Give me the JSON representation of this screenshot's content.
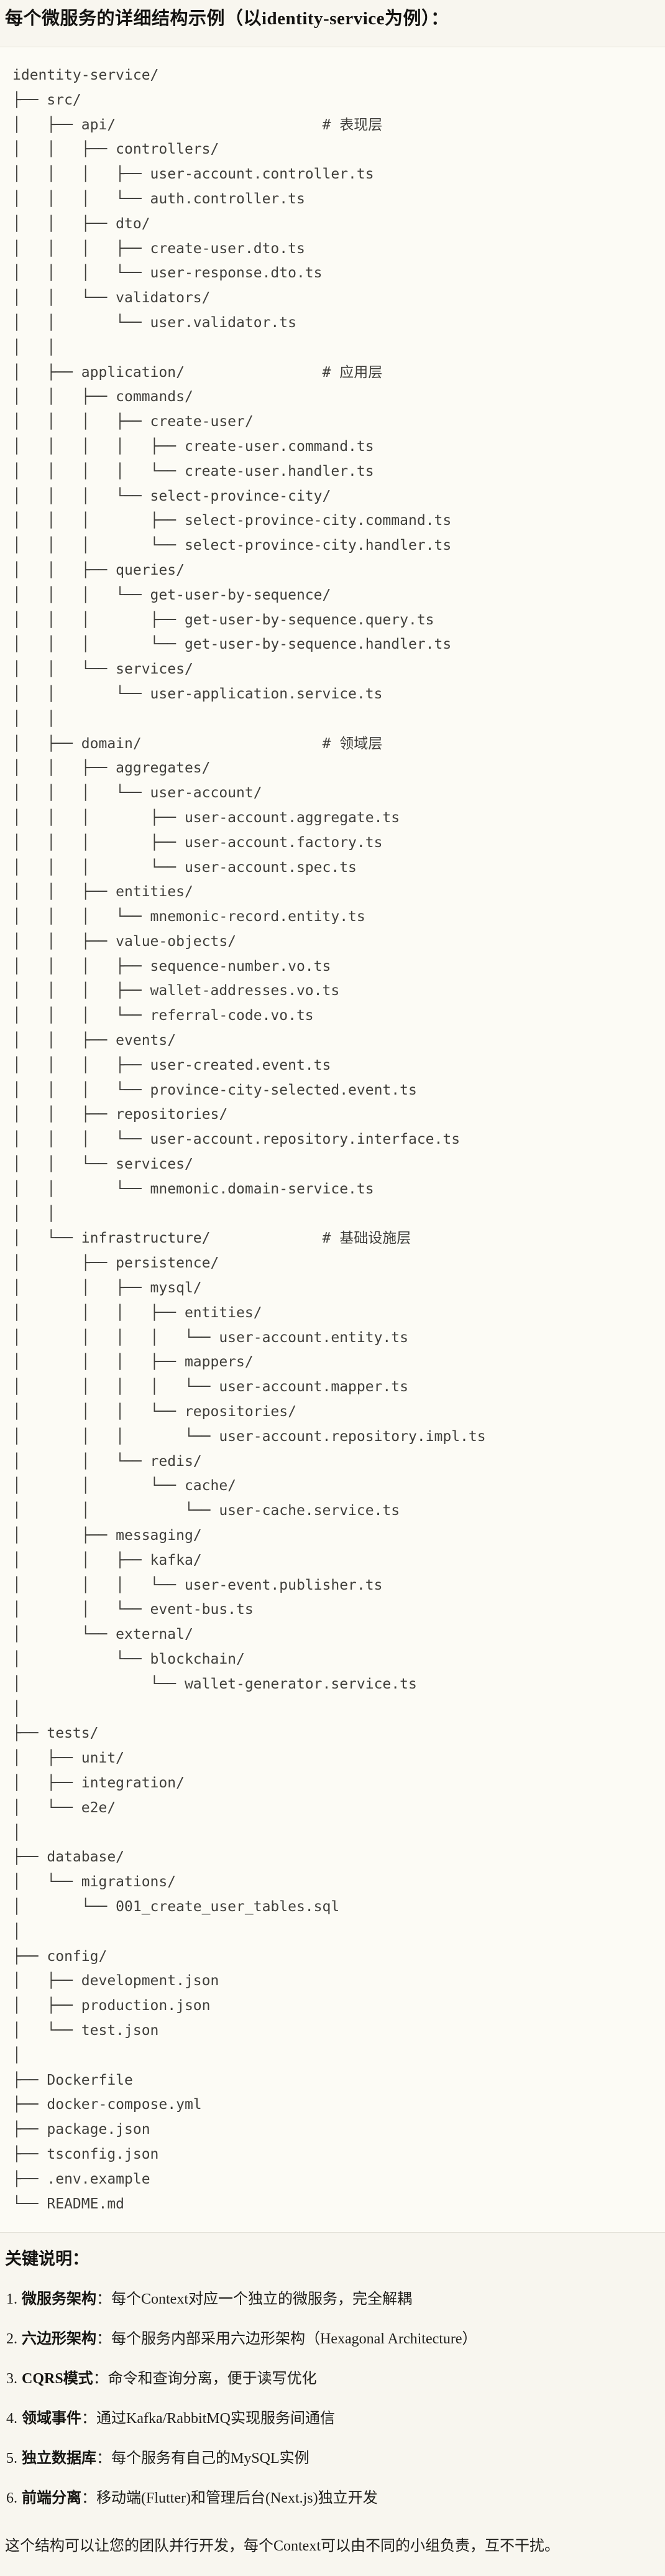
{
  "page": {
    "title": "每个微服务的详细结构示例（以identity-service为例）："
  },
  "tree": {
    "lines": [
      "identity-service/",
      "├── src/",
      "│   ├── api/                        # 表现层",
      "│   │   ├── controllers/",
      "│   │   │   ├── user-account.controller.ts",
      "│   │   │   └── auth.controller.ts",
      "│   │   ├── dto/",
      "│   │   │   ├── create-user.dto.ts",
      "│   │   │   └── user-response.dto.ts",
      "│   │   └── validators/",
      "│   │       └── user.validator.ts",
      "│   │",
      "│   ├── application/                # 应用层",
      "│   │   ├── commands/",
      "│   │   │   ├── create-user/",
      "│   │   │   │   ├── create-user.command.ts",
      "│   │   │   │   └── create-user.handler.ts",
      "│   │   │   └── select-province-city/",
      "│   │   │       ├── select-province-city.command.ts",
      "│   │   │       └── select-province-city.handler.ts",
      "│   │   ├── queries/",
      "│   │   │   └── get-user-by-sequence/",
      "│   │   │       ├── get-user-by-sequence.query.ts",
      "│   │   │       └── get-user-by-sequence.handler.ts",
      "│   │   └── services/",
      "│   │       └── user-application.service.ts",
      "│   │",
      "│   ├── domain/                     # 领域层",
      "│   │   ├── aggregates/",
      "│   │   │   └── user-account/",
      "│   │   │       ├── user-account.aggregate.ts",
      "│   │   │       ├── user-account.factory.ts",
      "│   │   │       └── user-account.spec.ts",
      "│   │   ├── entities/",
      "│   │   │   └── mnemonic-record.entity.ts",
      "│   │   ├── value-objects/",
      "│   │   │   ├── sequence-number.vo.ts",
      "│   │   │   ├── wallet-addresses.vo.ts",
      "│   │   │   └── referral-code.vo.ts",
      "│   │   ├── events/",
      "│   │   │   ├── user-created.event.ts",
      "│   │   │   └── province-city-selected.event.ts",
      "│   │   ├── repositories/",
      "│   │   │   └── user-account.repository.interface.ts",
      "│   │   └── services/",
      "│   │       └── mnemonic.domain-service.ts",
      "│   │",
      "│   └── infrastructure/             # 基础设施层",
      "│       ├── persistence/",
      "│       │   ├── mysql/",
      "│       │   │   ├── entities/",
      "│       │   │   │   └── user-account.entity.ts",
      "│       │   │   ├── mappers/",
      "│       │   │   │   └── user-account.mapper.ts",
      "│       │   │   └── repositories/",
      "│       │   │       └── user-account.repository.impl.ts",
      "│       │   └── redis/",
      "│       │       └── cache/",
      "│       │           └── user-cache.service.ts",
      "│       ├── messaging/",
      "│       │   ├── kafka/",
      "│       │   │   └── user-event.publisher.ts",
      "│       │   └── event-bus.ts",
      "│       └── external/",
      "│           └── blockchain/",
      "│               └── wallet-generator.service.ts",
      "│",
      "├── tests/",
      "│   ├── unit/",
      "│   ├── integration/",
      "│   └── e2e/",
      "│",
      "├── database/",
      "│   └── migrations/",
      "│       └── 001_create_user_tables.sql",
      "│",
      "├── config/",
      "│   ├── development.json",
      "│   ├── production.json",
      "│   └── test.json",
      "│",
      "├── Dockerfile",
      "├── docker-compose.yml",
      "├── package.json",
      "├── tsconfig.json",
      "├── .env.example",
      "└── README.md"
    ]
  },
  "notes": {
    "heading": "关键说明：",
    "items": [
      {
        "num": "1.",
        "term": "微服务架构",
        "desc": "：每个Context对应一个独立的微服务，完全解耦"
      },
      {
        "num": "2.",
        "term": "六边形架构",
        "desc": "：每个服务内部采用六边形架构（Hexagonal Architecture）"
      },
      {
        "num": "3.",
        "term": "CQRS模式",
        "desc": "：命令和查询分离，便于读写优化"
      },
      {
        "num": "4.",
        "term": "领域事件",
        "desc": "：通过Kafka/RabbitMQ实现服务间通信"
      },
      {
        "num": "5.",
        "term": "独立数据库",
        "desc": "：每个服务有自己的MySQL实例"
      },
      {
        "num": "6.",
        "term": "前端分离",
        "desc": "：移动端(Flutter)和管理后台(Next.js)独立开发"
      }
    ],
    "closing": "这个结构可以让您的团队并行开发，每个Context可以由不同的小组负责，互不干扰。"
  }
}
